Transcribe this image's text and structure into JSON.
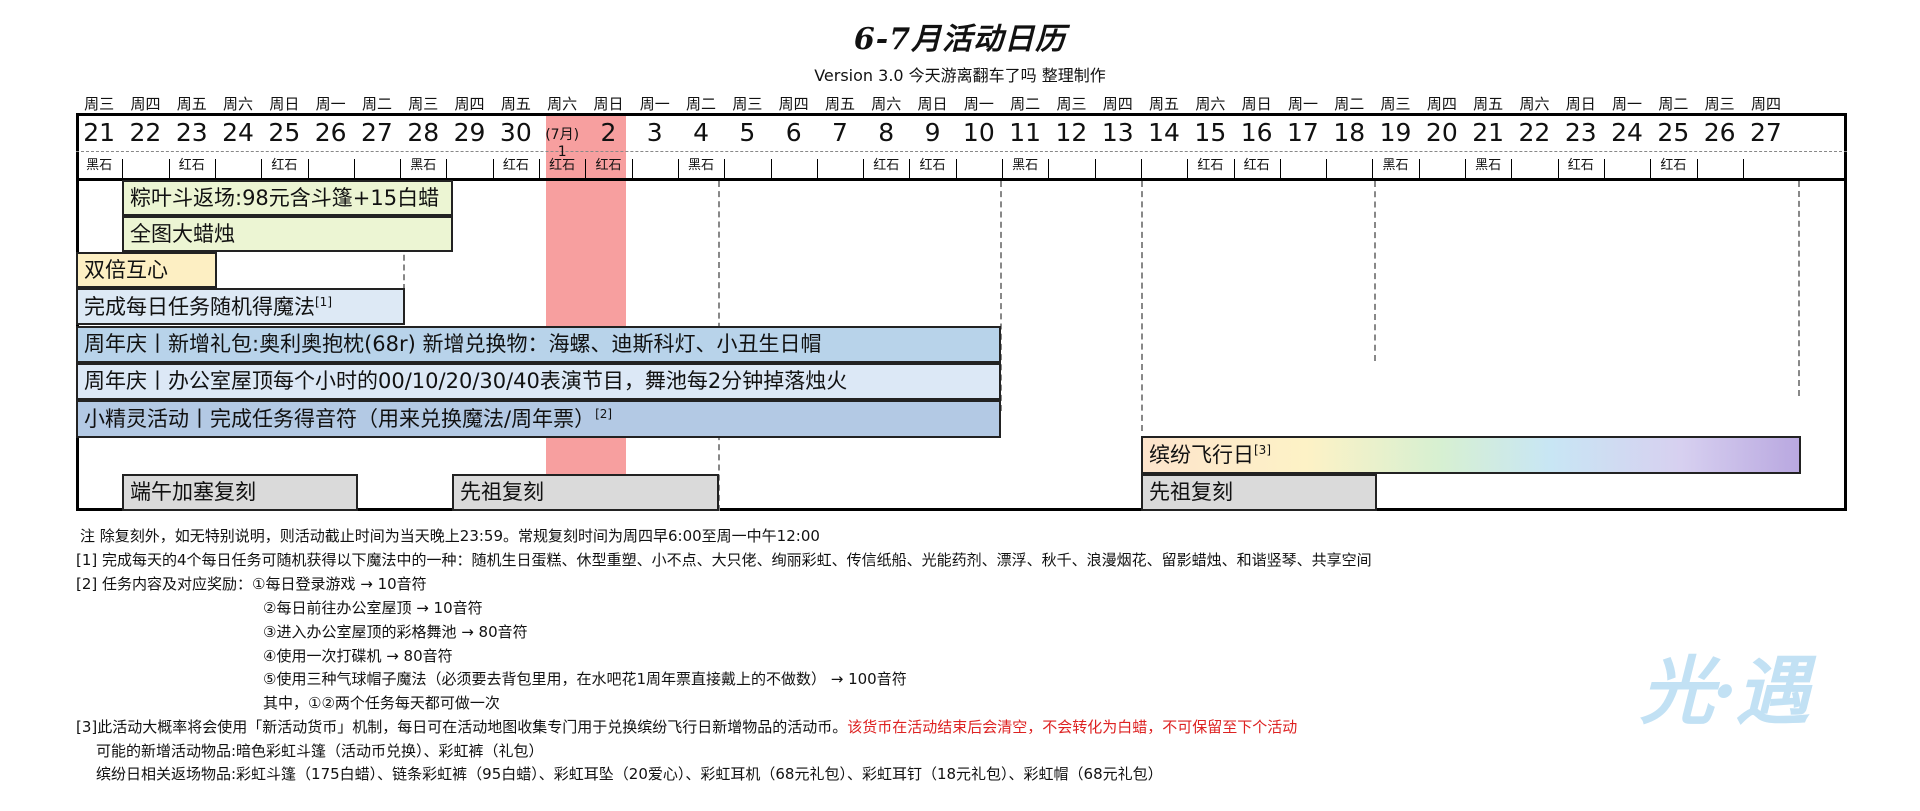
{
  "header": {
    "title": "6-7月活动日历",
    "subtitle": "Version 3.0   今天游离翻车了吗 整理制作"
  },
  "calendar": {
    "days": [
      {
        "weekday": "周三",
        "day": "21",
        "stone": "黑石"
      },
      {
        "weekday": "周四",
        "day": "22",
        "stone": ""
      },
      {
        "weekday": "周五",
        "day": "23",
        "stone": "红石"
      },
      {
        "weekday": "周六",
        "day": "24",
        "stone": ""
      },
      {
        "weekday": "周日",
        "day": "25",
        "stone": "红石"
      },
      {
        "weekday": "周一",
        "day": "26",
        "stone": ""
      },
      {
        "weekday": "周二",
        "day": "27",
        "stone": ""
      },
      {
        "weekday": "周三",
        "day": "28",
        "stone": "黑石"
      },
      {
        "weekday": "周四",
        "day": "29",
        "stone": ""
      },
      {
        "weekday": "周五",
        "day": "30",
        "stone": "红石"
      },
      {
        "weekday": "周六",
        "day": "(7月) 1",
        "stone": "红石"
      },
      {
        "weekday": "周日",
        "day": "2",
        "stone": "红石"
      },
      {
        "weekday": "周一",
        "day": "3",
        "stone": ""
      },
      {
        "weekday": "周二",
        "day": "4",
        "stone": "黑石"
      },
      {
        "weekday": "周三",
        "day": "5",
        "stone": ""
      },
      {
        "weekday": "周四",
        "day": "6",
        "stone": ""
      },
      {
        "weekday": "周五",
        "day": "7",
        "stone": ""
      },
      {
        "weekday": "周六",
        "day": "8",
        "stone": "红石"
      },
      {
        "weekday": "周日",
        "day": "9",
        "stone": "红石"
      },
      {
        "weekday": "周一",
        "day": "10",
        "stone": ""
      },
      {
        "weekday": "周二",
        "day": "11",
        "stone": "黑石"
      },
      {
        "weekday": "周三",
        "day": "12",
        "stone": ""
      },
      {
        "weekday": "周四",
        "day": "13",
        "stone": ""
      },
      {
        "weekday": "周五",
        "day": "14",
        "stone": ""
      },
      {
        "weekday": "周六",
        "day": "15",
        "stone": "红石"
      },
      {
        "weekday": "周日",
        "day": "16",
        "stone": "红石"
      },
      {
        "weekday": "周一",
        "day": "17",
        "stone": ""
      },
      {
        "weekday": "周二",
        "day": "18",
        "stone": ""
      },
      {
        "weekday": "周三",
        "day": "19",
        "stone": "黑石"
      },
      {
        "weekday": "周四",
        "day": "20",
        "stone": ""
      },
      {
        "weekday": "周五",
        "day": "21",
        "stone": "黑石"
      },
      {
        "weekday": "周六",
        "day": "22",
        "stone": ""
      },
      {
        "weekday": "周日",
        "day": "23",
        "stone": "红石"
      },
      {
        "weekday": "周一",
        "day": "24",
        "stone": ""
      },
      {
        "weekday": "周二",
        "day": "25",
        "stone": "红石"
      },
      {
        "weekday": "周三",
        "day": "26",
        "stone": ""
      },
      {
        "weekday": "周四",
        "day": "27",
        "stone": ""
      }
    ]
  },
  "events": [
    {
      "label": "粽叶斗返场:98元含斗篷+15白蜡",
      "color": "#ecf5d3"
    },
    {
      "label": "全图大蜡烛",
      "color": "#ecf5d3"
    },
    {
      "label": "双倍互心",
      "color": "#fdefc3"
    },
    {
      "label": "完成每日任务随机得魔法",
      "sup": "[1]",
      "color": "#dde9f5"
    },
    {
      "label": "周年庆丨新增礼包:奥利奥抱枕(68r) 新增兑换物：海螺、迪斯科灯、小丑生日帽",
      "color": "#b8d3ea"
    },
    {
      "label": "周年庆丨办公室屋顶每个小时的00/10/20/30/40表演节目，舞池每2分钟掉落烛火",
      "color": "#dce8f6"
    },
    {
      "label": "小精灵活动丨完成任务得音符（用来兑换魔法/周年票）",
      "sup": "[2]",
      "color": "#b3c9e4"
    },
    {
      "label": "缤纷飞行日",
      "sup": "[3]",
      "color": "rainbow"
    },
    {
      "label": "端午加塞复刻",
      "color": "#dadada"
    },
    {
      "label": "先祖复刻",
      "color": "#dadada"
    },
    {
      "label": "先祖复刻",
      "color": "#dadada"
    }
  ],
  "notes": [
    {
      "text": "注 除复刻外，如无特别说明，则活动截止时间为当天晚上23:59。常规复刻时间为周四早6:00至周一中午12:00"
    },
    {
      "text": "[1] 完成每天的4个每日任务可随机获得以下魔法中的一种：随机生日蛋糕、休型重塑、小不点、大只佬、绚丽彩虹、传信纸船、光能药剂、漂浮、秋千、浪漫烟花、留影蜡烛、和谐竖琴、共享空间"
    },
    {
      "text": "[2] 任务内容及对应奖励：①每日登录游戏 → 10音符"
    },
    {
      "text": "②每日前往办公室屋顶 → 10音符"
    },
    {
      "text": "③进入办公室屋顶的彩格舞池 → 80音符"
    },
    {
      "text": "④使用一次打碟机 → 80音符"
    },
    {
      "text": "⑤使用三种气球帽子魔法（必须要去背包里用，在水吧花1周年票直接戴上的不做数） → 100音符"
    },
    {
      "text": "其中，①②两个任务每天都可做一次"
    },
    {
      "text": "[3]此活动大概率将会使用「新活动货币」机制，每日可在活动地图收集专门用于兑换缤纷飞行日新增物品的活动币。",
      "red": "该货币在活动结束后会清空，不会转化为白蜡，不可保留至下个活动"
    },
    {
      "text": "可能的新增活动物品:暗色彩虹斗篷（活动币兑换）、彩虹裤（礼包）"
    },
    {
      "text": "缤纷日相关返场物品:彩虹斗篷（175白蜡）、链条彩虹裤（95白蜡）、彩虹耳坠（20爱心）、彩虹耳机（68元礼包）、彩虹耳钉（18元礼包）、彩虹帽（68元礼包）"
    }
  ],
  "watermark": "光·遇"
}
